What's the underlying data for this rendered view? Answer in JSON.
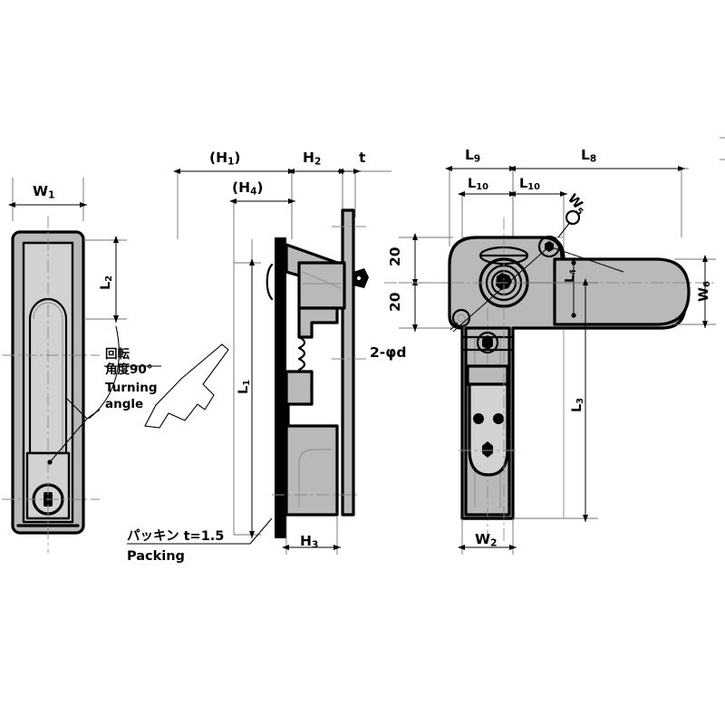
{
  "drawing": {
    "title": "Lock handle assembly — orthographic dimension drawing",
    "views": [
      {
        "name": "front-view",
        "label": ""
      },
      {
        "name": "side-view",
        "label": ""
      },
      {
        "name": "plan-view",
        "label": ""
      }
    ]
  },
  "colors": {
    "line": "#000000",
    "fill_body": "#b8b8b8",
    "fill_light": "#d4d4d4",
    "thin_line": "#7a7a7a",
    "paper": "#ffffff"
  },
  "front_view": {
    "width_dim": "W",
    "width_dim_sub": "1",
    "l2_dim": "L",
    "l2_dim_sub": "2",
    "turning_note_jp_line1": "回転",
    "turning_note_jp_line2": "角度90°",
    "turning_note_en_line1": "Turning",
    "turning_note_en_line2": "angle"
  },
  "side_view": {
    "h1_dim": "(H",
    "h1_dim_sub": "1",
    "h1_dim_close": ")",
    "h4_dim": "(H",
    "h4_dim_sub": "4",
    "h4_dim_close": ")",
    "h2_dim": "H",
    "h2_dim_sub": "2",
    "t_dim": "t",
    "l1_dim": "L",
    "l1_dim_sub": "1",
    "h3_dim": "H",
    "h3_dim_sub": "3",
    "packing_jp": "パッキン  t=1.5",
    "packing_en": "Packing"
  },
  "plan_view": {
    "l9_dim": "L",
    "l9_dim_sub": "9",
    "l8_dim": "L",
    "l8_dim_sub": "8",
    "l10_dim_a": "L",
    "l10_dim_a_sub": "10",
    "l10_dim_b": "L",
    "l10_dim_b_sub": "10",
    "pitch_top": "20",
    "pitch_bottom": "20",
    "hole_note": "2-φd",
    "w5_dim": "W",
    "w5_dim_sub": "5",
    "w6_dim": "W",
    "w6_dim_sub": "6",
    "l4_dim": "L",
    "l4_dim_sub": "4",
    "l3_dim": "L",
    "l3_dim_sub": "3",
    "w2_dim": "W",
    "w2_dim_sub": "2"
  }
}
